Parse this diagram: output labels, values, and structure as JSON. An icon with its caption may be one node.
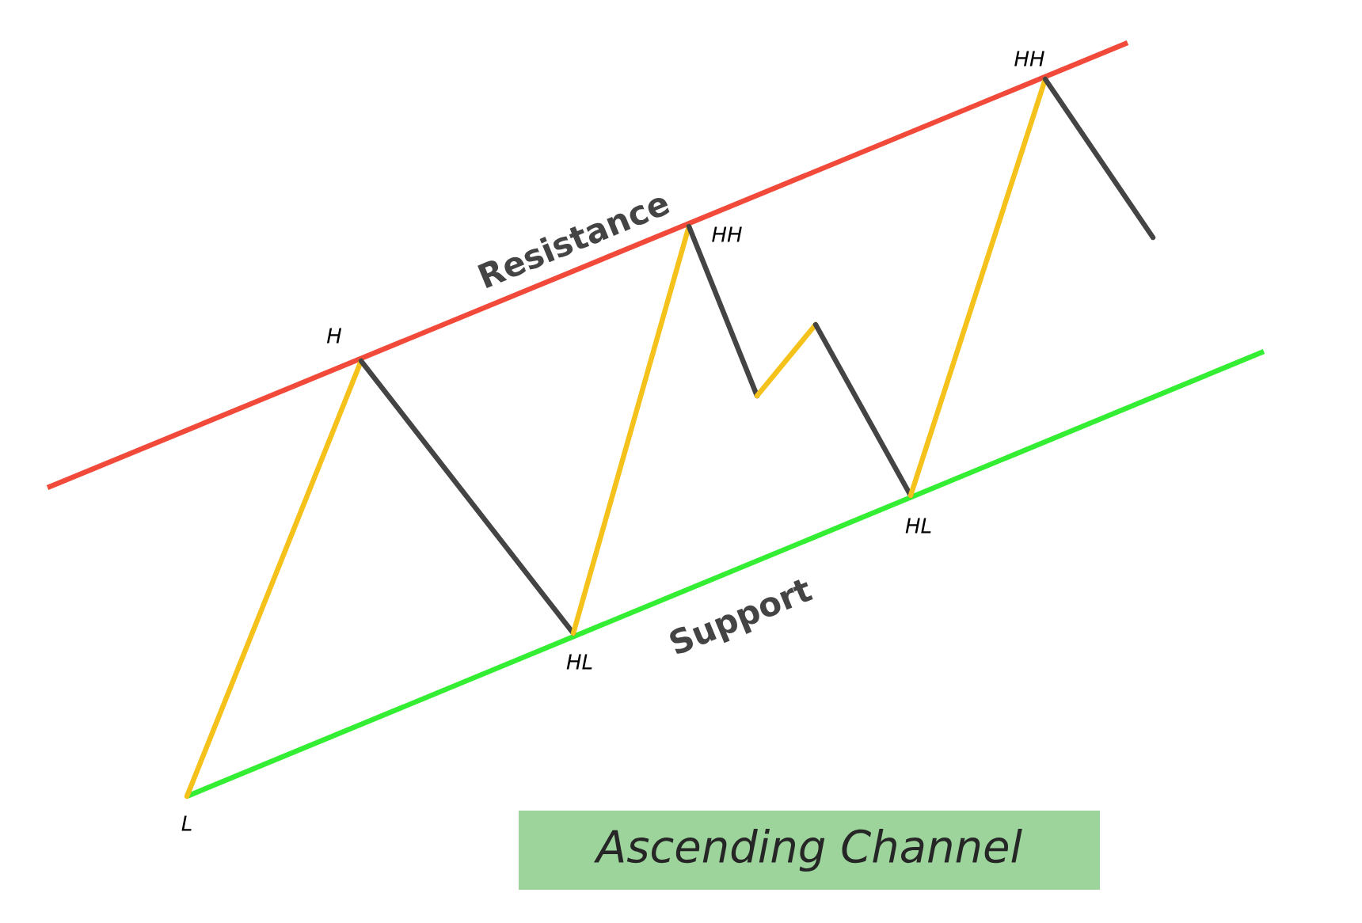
{
  "diagram": {
    "title": "Ascending Channel",
    "labels": [
      "HH",
      "Resistance",
      "HH",
      "H",
      "HL",
      "Support",
      "HL",
      "L"
    ]
  }
}
